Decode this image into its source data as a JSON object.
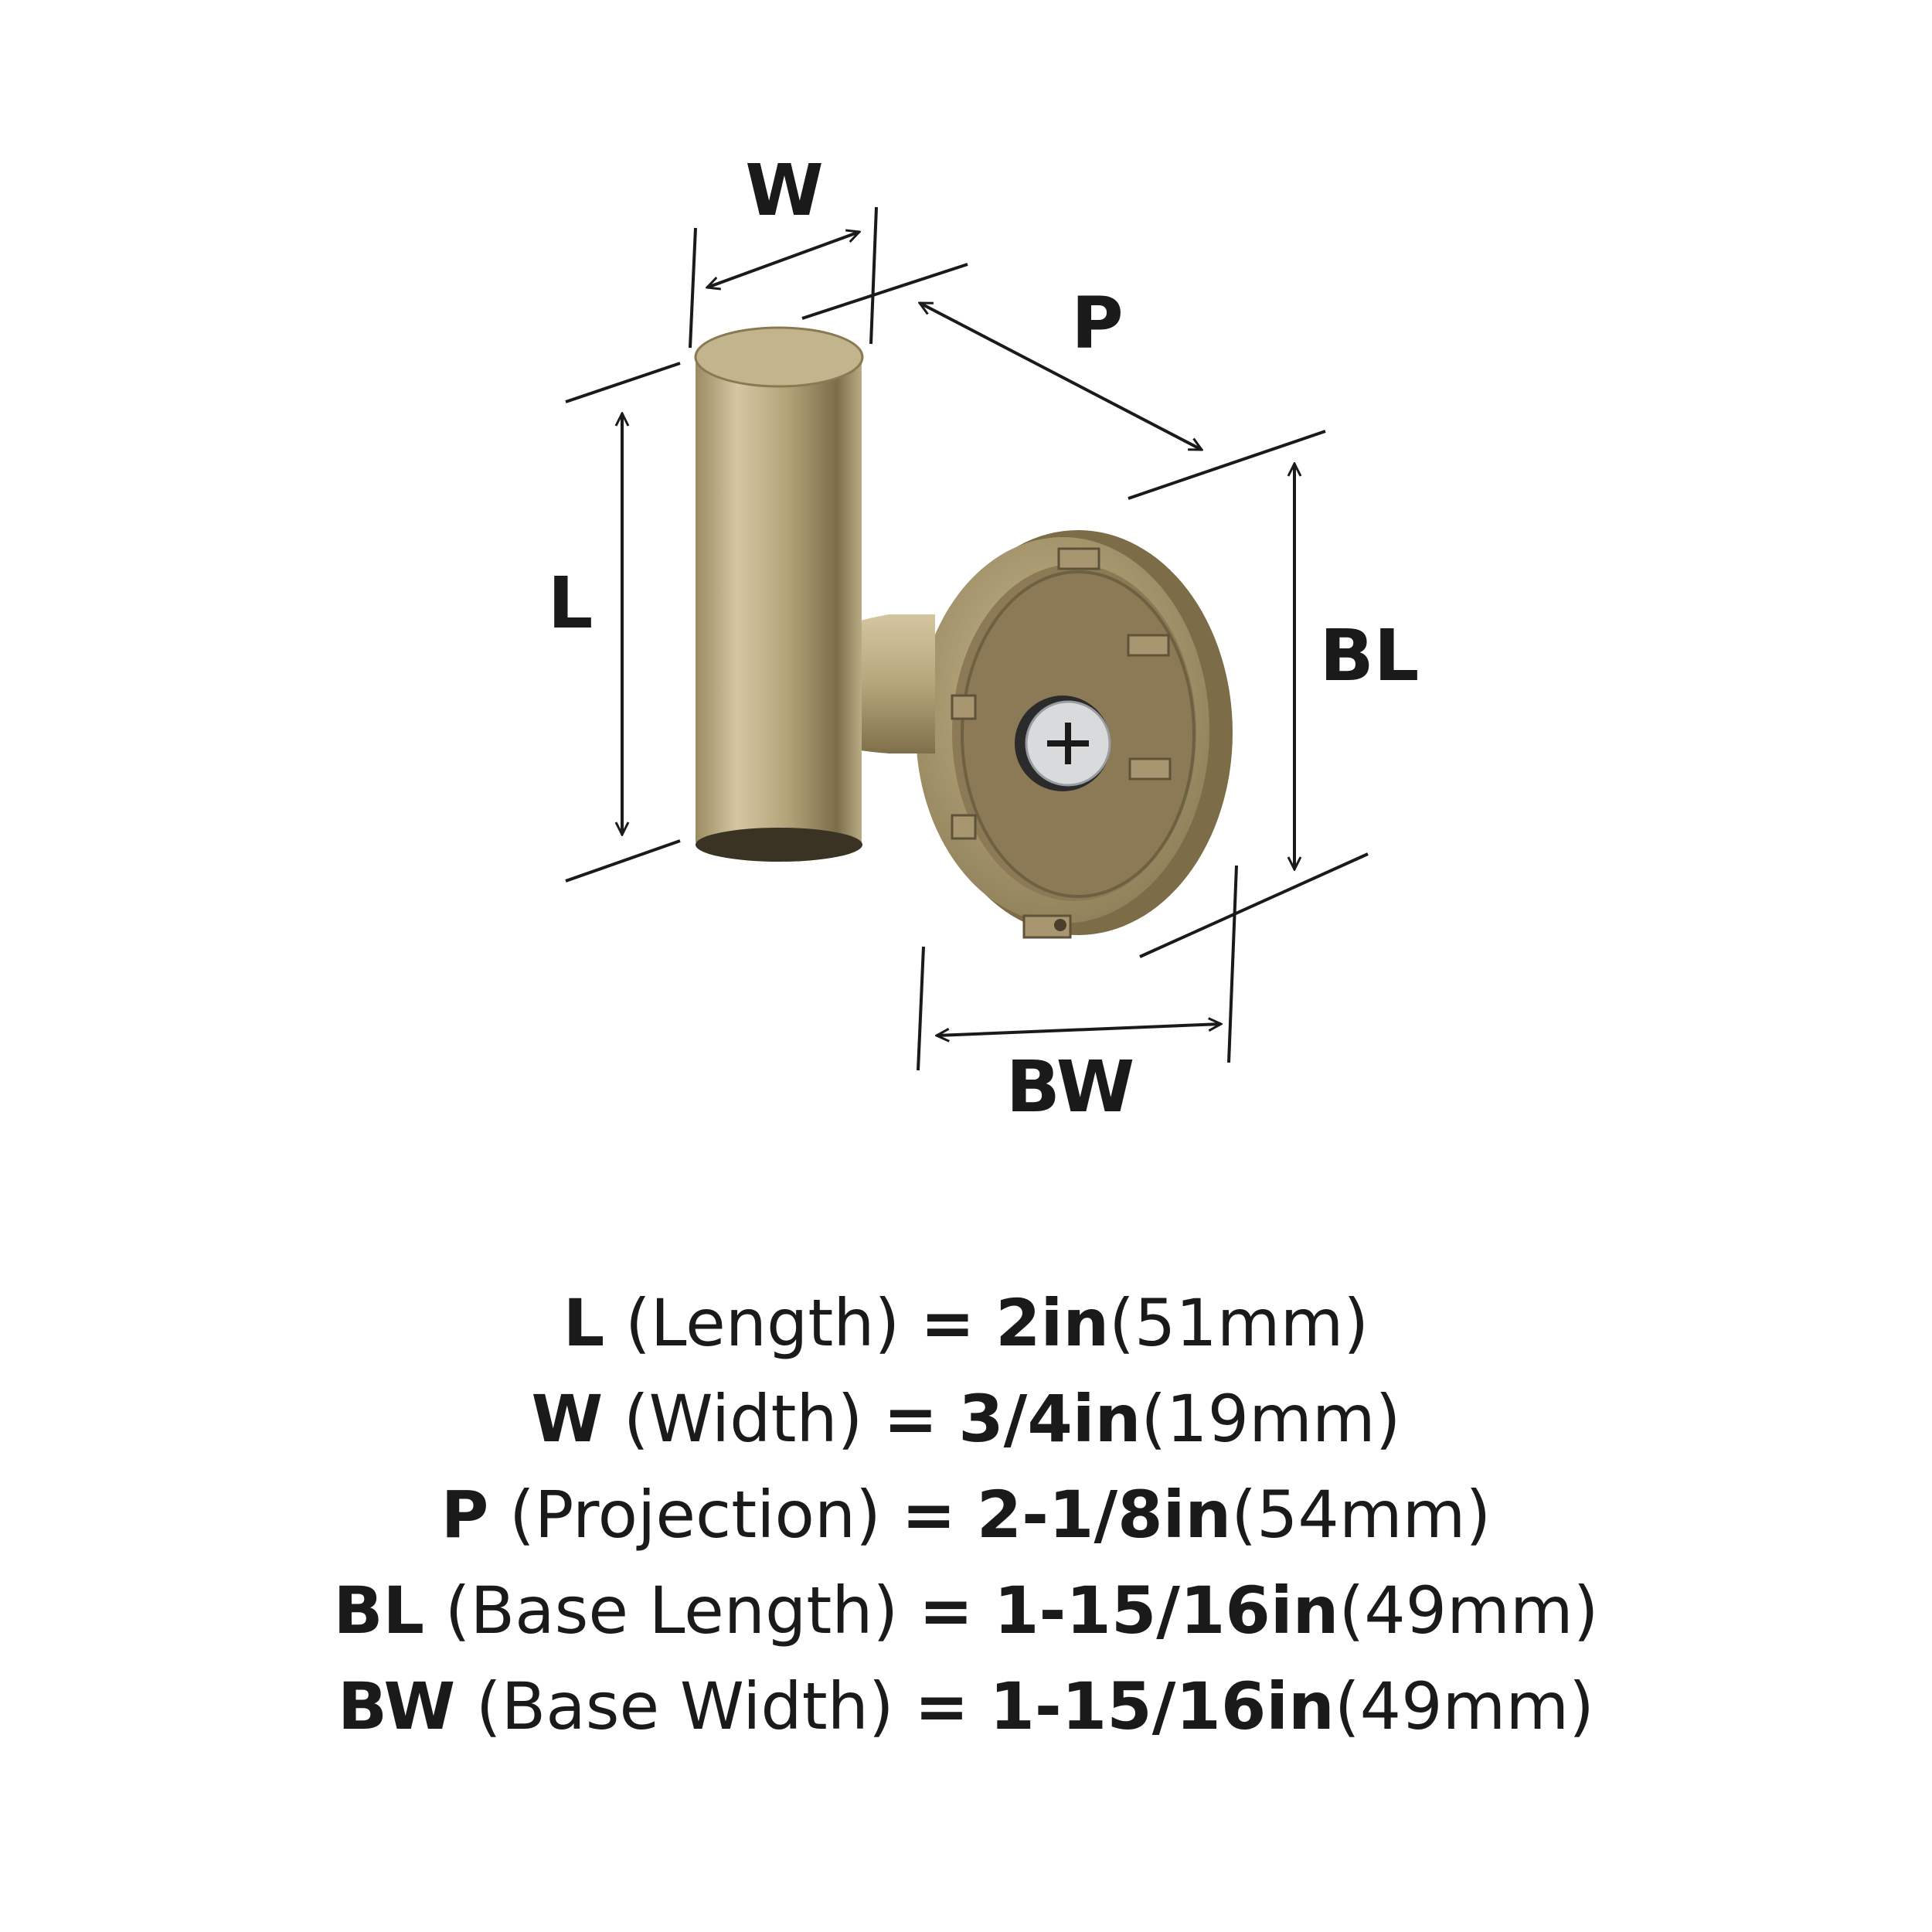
{
  "diagram": {
    "labels": {
      "w": "W",
      "p": "P",
      "l": "L",
      "bl": "BL",
      "bw": "BW"
    },
    "colors": {
      "ink": "#1a1a1a",
      "brass_light": "#c9bb94",
      "brass_mid": "#a8976b",
      "brass_dark": "#6e6142",
      "base_inner": "#8c7a56",
      "screw": "#d8dadc"
    }
  },
  "specs": [
    {
      "code": "L",
      "name": "(Length)",
      "eq": "=",
      "imperial": "2in",
      "metric": "(51mm)"
    },
    {
      "code": "W",
      "name": "(Width)",
      "eq": "=",
      "imperial": "3/4in",
      "metric": "(19mm)"
    },
    {
      "code": "P",
      "name": "(Projection)",
      "eq": "=",
      "imperial": "2-1/8in",
      "metric": "(54mm)"
    },
    {
      "code": "BL",
      "name": "(Base Length)",
      "eq": "=",
      "imperial": "1-15/16in",
      "metric": "(49mm)"
    },
    {
      "code": "BW",
      "name": "(Base Width)",
      "eq": "=",
      "imperial": "1-15/16in",
      "metric": "(49mm)"
    }
  ]
}
